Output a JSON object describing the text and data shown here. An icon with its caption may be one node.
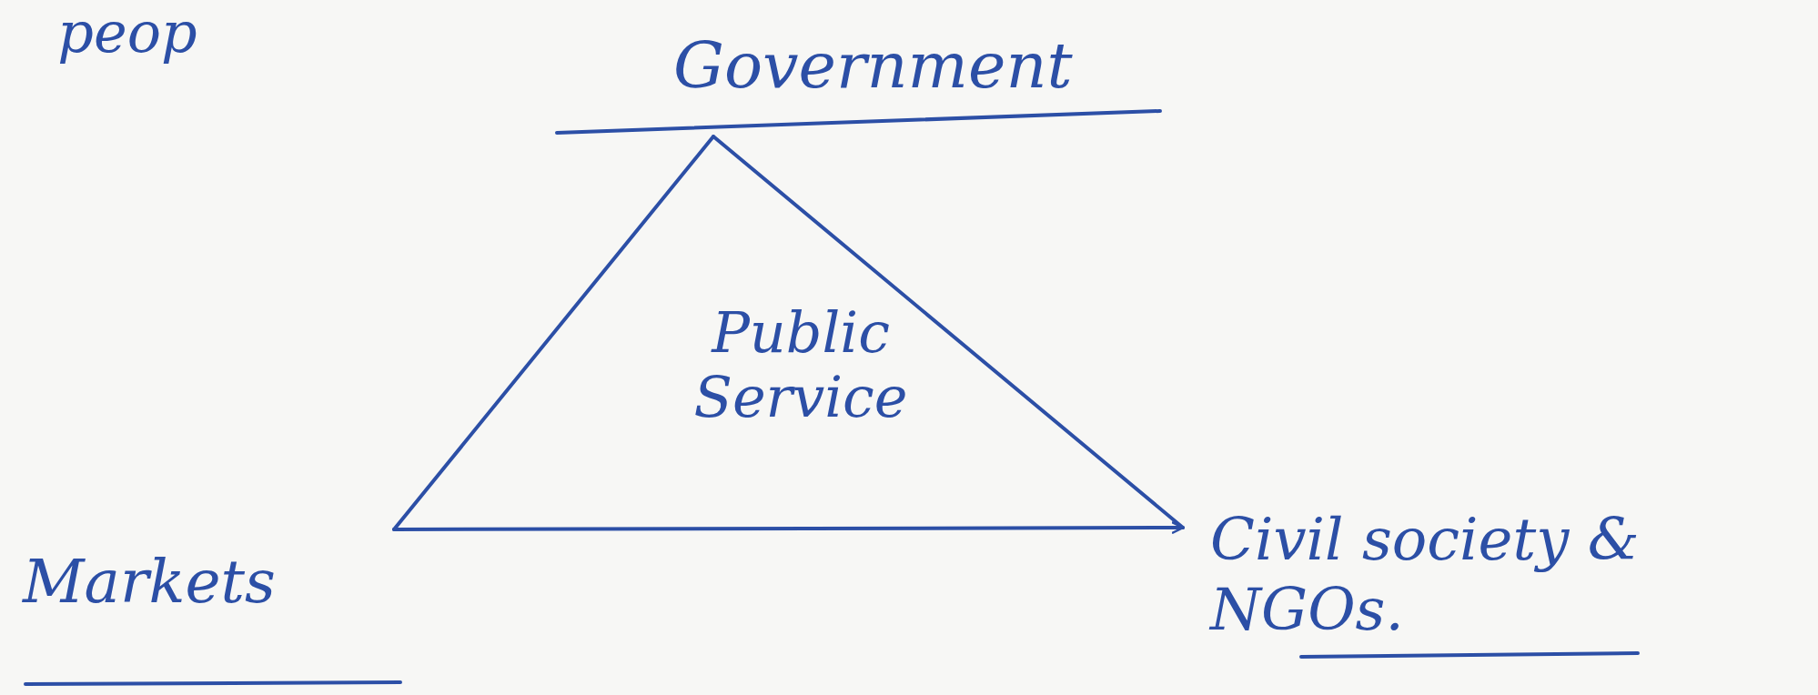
{
  "diagram": {
    "nodes": [
      {
        "text": [
          "Government"
        ]
      },
      {
        "text": [
          "Markets"
        ]
      },
      {
        "text": [
          "Civil society & NGOs."
        ]
      }
    ],
    "edges": [
      {
        "from": 0,
        "to": 1,
        "arrow": "none"
      },
      {
        "from": 0,
        "to": 2,
        "arrow": "none"
      },
      {
        "from": 1,
        "to": 2,
        "arrow": "to"
      }
    ],
    "labels": [
      "peop",
      "Public Service"
    ]
  }
}
